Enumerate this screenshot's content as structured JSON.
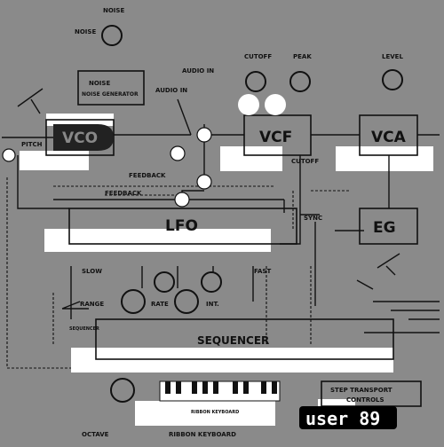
{
  "labels": {
    "noise": "NOISE",
    "noise_gen": "NOISE GENERATOR",
    "audio_in_1": "AUDIO IN",
    "audio_in_2": "AUDIO IN",
    "cutoff_knob": "CUTOFF",
    "peak": "PEAK",
    "level": "LEVEL",
    "vco": "VCO",
    "vcf": "VCF",
    "vca": "VCA",
    "pitch": "PITCH",
    "cutoff_mod": "CUTOFF",
    "eg": "EG",
    "lfo": "LFO",
    "feedback_1": "FEEDBACK",
    "feedback_2": "FEEDBACK",
    "sync": "SYNC",
    "slow": "SLOW",
    "fast": "FAST",
    "rate": "RATE",
    "int": "INT.",
    "range": "RANGE",
    "seq_note": "SEQUENCER",
    "sequencer": "SEQUENCER",
    "octave": "OCTAVE",
    "ribbon": "RIBBON KEYBOARD",
    "ribbon_inner": "RIBBON KEYBOARD",
    "step": "STEP TRANSPORT",
    "controls": "CONTROLS",
    "watermark": "user 89"
  },
  "colors": {
    "background": "#8a8a8a",
    "ink": "#111111",
    "panel": "#ffffff",
    "badge": "#000000"
  }
}
